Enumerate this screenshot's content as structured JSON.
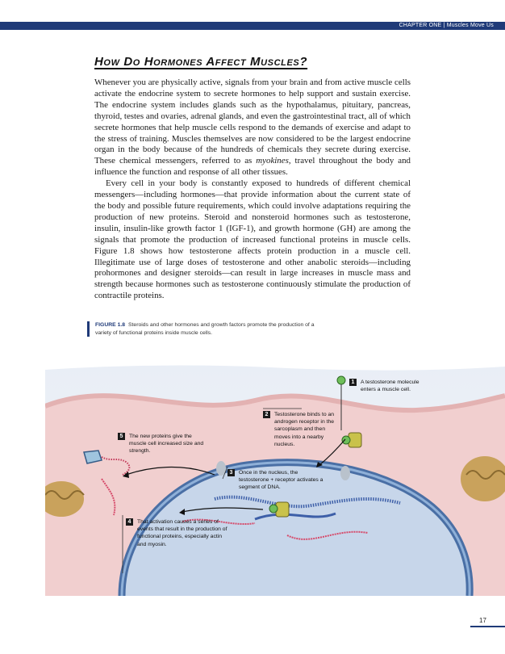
{
  "header": {
    "chapter": "CHAPTER ONE",
    "separator": "|",
    "title": "Muscles Move Us"
  },
  "section_title": "How Do Hormones Affect Muscles?",
  "paragraphs": [
    [
      {
        "t": "Whenever you are physically active, signals from your brain and from active muscle cells activate the endocrine system to secrete hormones to help support and sustain exercise. The endocrine system includes glands such as the hypothalamus, pituitary, pancreas, thyroid, testes and ovaries, adrenal glands, and even the gastrointestinal tract, all of which secrete hormones that help muscle cells respond to the demands of exercise and adapt to the stress of training. Muscles themselves are now considered to be the largest endocrine organ in the body because of the hundreds of chemicals they secrete during exercise. These chemical messengers, referred to as "
      },
      {
        "t": "myokines",
        "i": true
      },
      {
        "t": ", travel throughout the body and influence the function and response of all other tissues."
      }
    ],
    [
      {
        "t": "Every cell in your body is constantly exposed to hundreds of different chemical messengers—including hormones—that provide information about the current state of the body and possible future requirements, which could involve adaptations requiring the production of new proteins. Steroid and nonsteroid hormones such as testosterone, insulin, insulin-like growth factor 1 (IGF-1), and growth hormone (GH) are among the signals that promote the production of increased functional proteins in muscle cells. Figure 1.8 shows how testosterone affects protein production in a muscle cell. Illegitimate use of large doses of testosterone and other anabolic steroids—including prohormones and designer steroids—can result in large increases in muscle mass and strength because hormones such as testosterone continuously stimulate the production of contractile proteins."
      }
    ]
  ],
  "figure": {
    "label": "FIGURE 1.8",
    "caption": "Steroids and other hormones and growth factors promote the production of a variety of functional proteins inside muscle cells.",
    "steps": [
      {
        "num": "1",
        "text": "A testosterone molecule enters a muscle cell."
      },
      {
        "num": "2",
        "text": "Testosterone binds to an androgen receptor in the sarcoplasm and then moves into a nearby nucleus."
      },
      {
        "num": "3",
        "text": "Once in the nucleus, the testosterone + receptor activates a segment of DNA."
      },
      {
        "num": "4",
        "text": "That activation causes a series of events that result in the production of functional proteins, especially actin and myosin."
      },
      {
        "num": "5",
        "text": "The new proteins give the muscle cell increased size and strength."
      }
    ]
  },
  "page_number": "17",
  "colors": {
    "accent": "#1f3a78",
    "cytoplasm": "#f1cfcf",
    "nucleus": "#c7d6ea",
    "membrane": "#4a6fa5",
    "testosterone": "#6fbf5a",
    "receptor": "#c9c24a",
    "mitochondria": "#c9a25c"
  }
}
